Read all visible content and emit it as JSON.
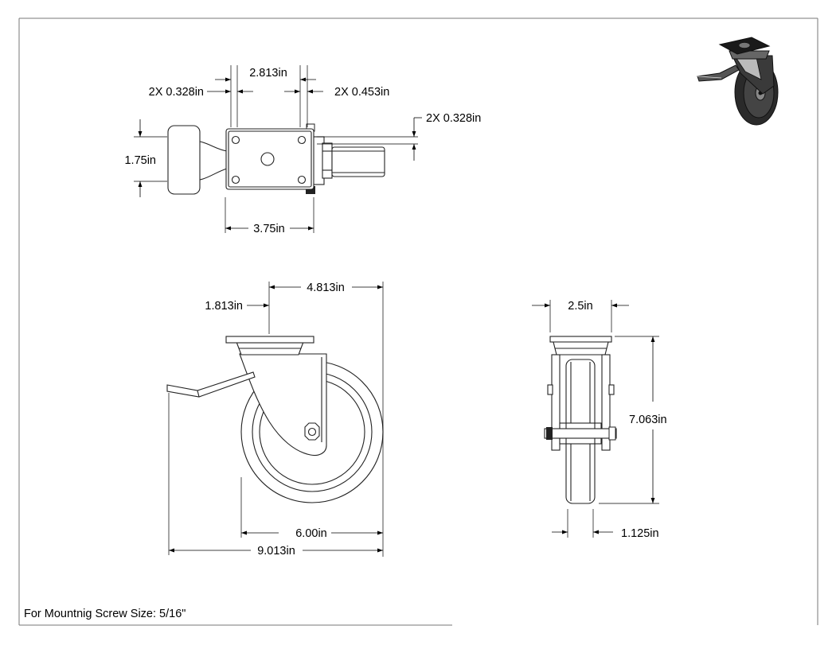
{
  "drawing": {
    "top_view": {
      "dim_a": "2X 0.328in",
      "dim_b": "2.813in",
      "dim_c": "2X 0.453in",
      "dim_d": "2X 0.328in",
      "dim_e": "1.75in",
      "dim_f": "3.75in"
    },
    "side_view": {
      "dim_a": "4.813in",
      "dim_b": "1.813in",
      "dim_c": "6.00in",
      "dim_d": "9.013in"
    },
    "front_view": {
      "dim_a": "2.5in",
      "dim_b": "7.063in",
      "dim_c": "1.125in"
    },
    "note": "For Mountnig Screw Size: 5/16\""
  },
  "colors": {
    "line": "#222222",
    "frame": "#777777",
    "iso_dark": "#1a1a1a",
    "iso_mid": "#555555"
  }
}
